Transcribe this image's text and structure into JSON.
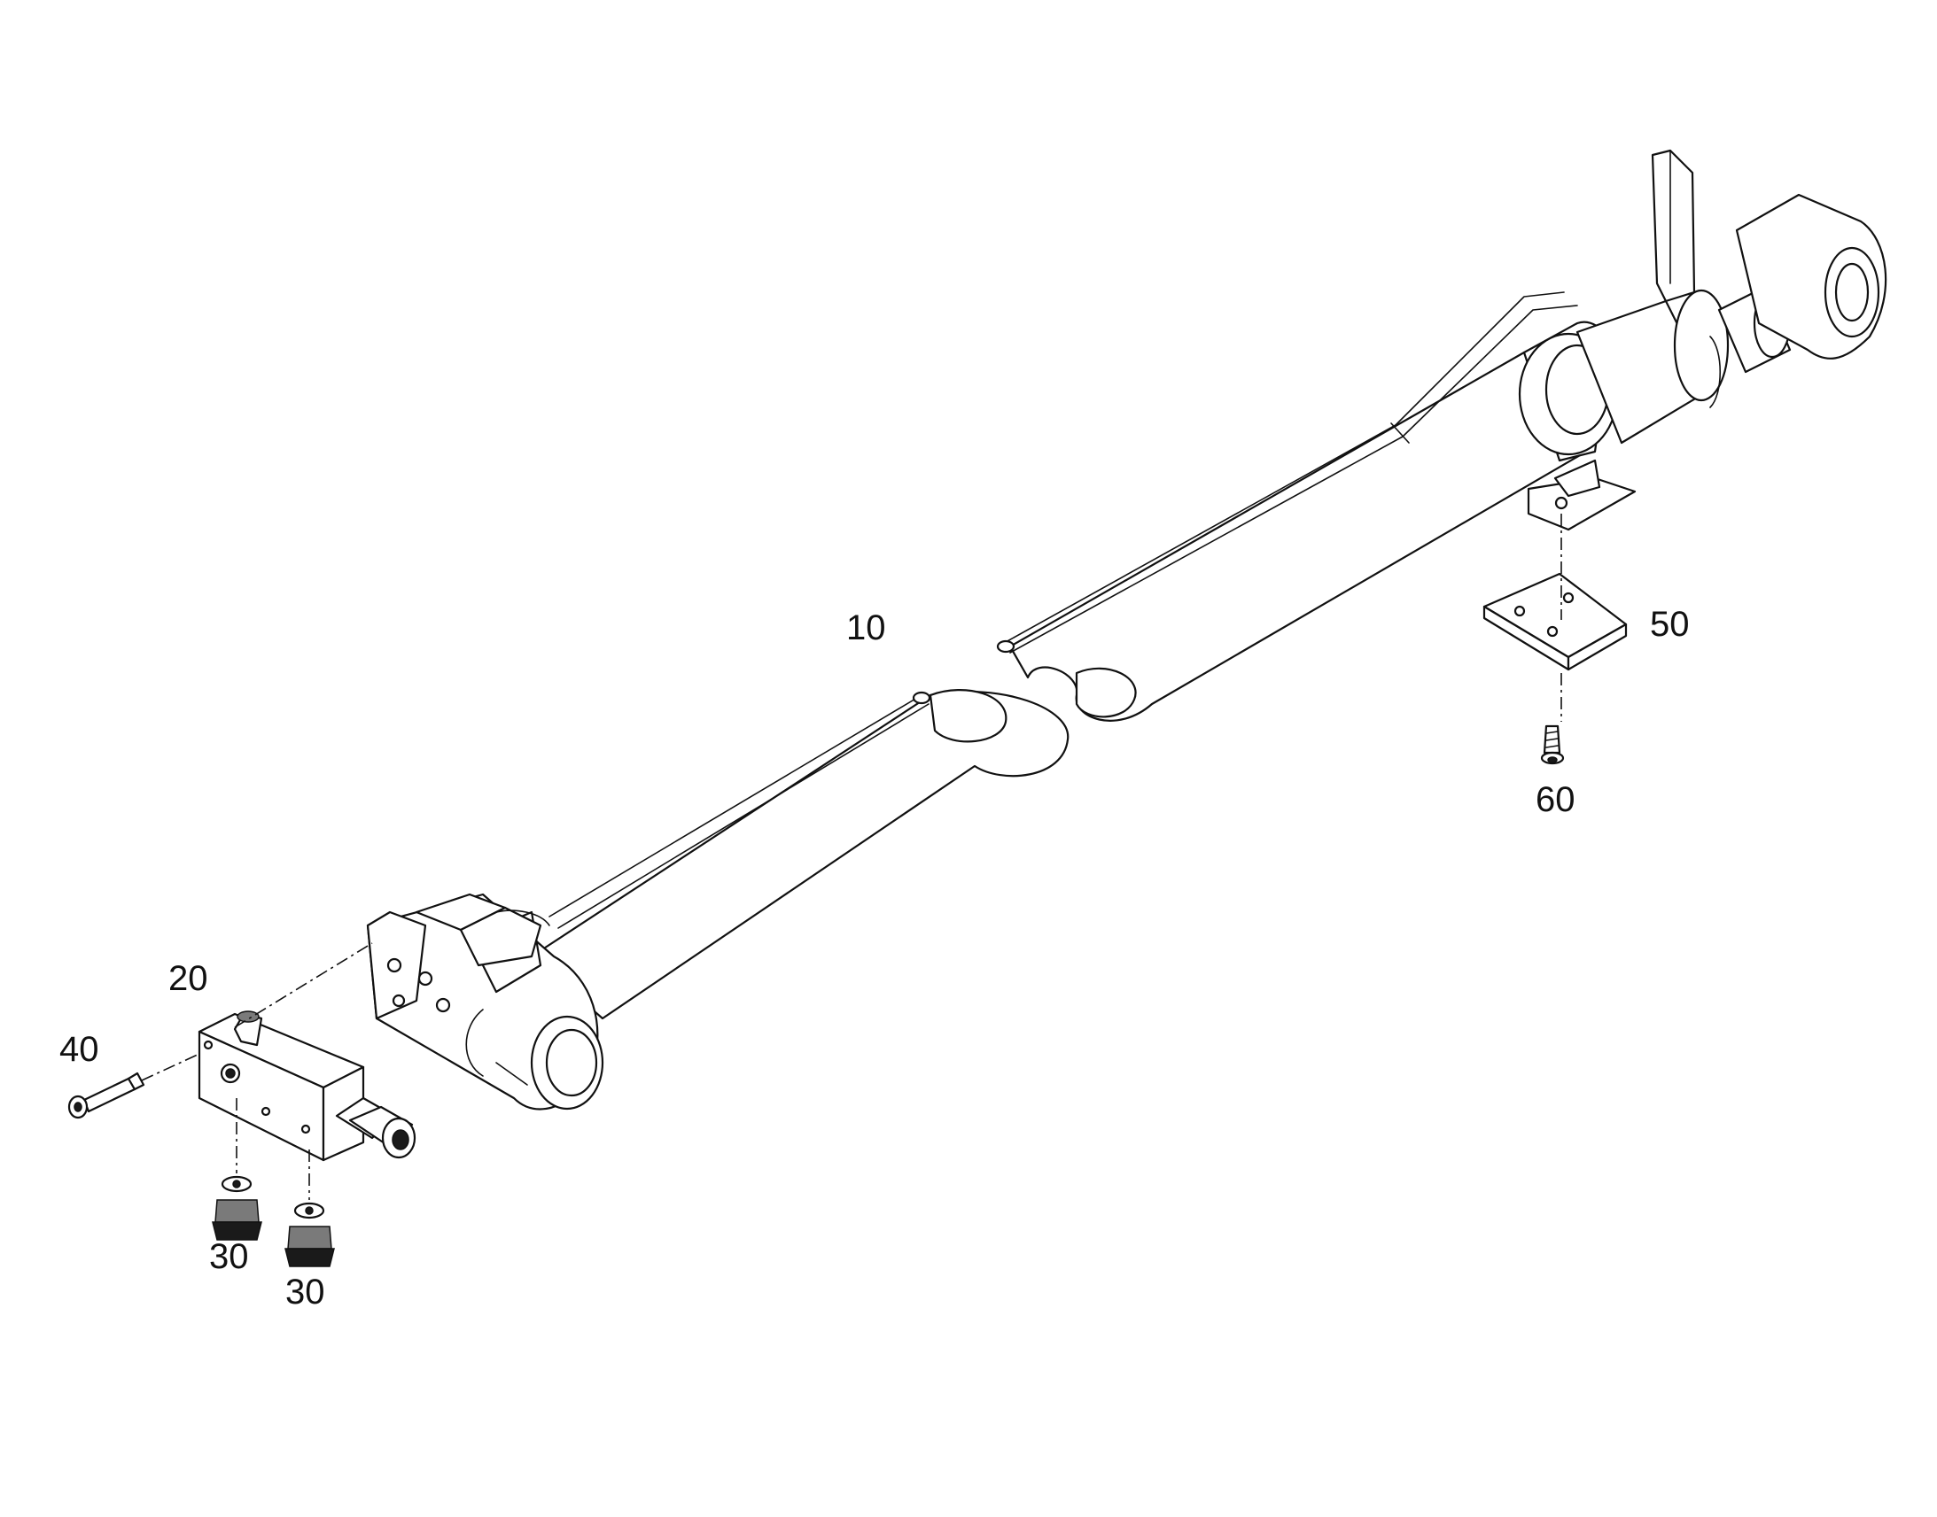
{
  "callouts": {
    "cylinder": "10",
    "valve_block": "20",
    "fitting_a": "30",
    "fitting_b": "30",
    "bolt": "40",
    "plate": "50",
    "screw": "60"
  }
}
